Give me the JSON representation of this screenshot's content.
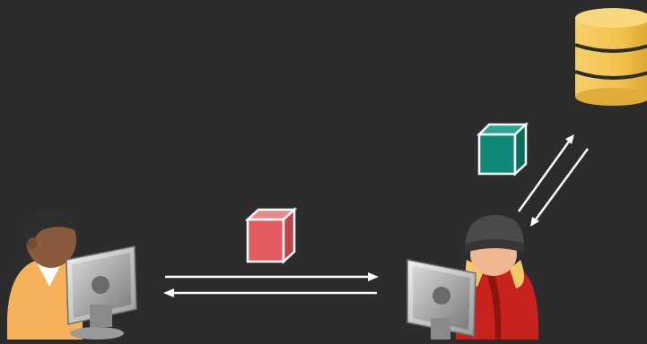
{
  "diagram": {
    "background_color": "#2c2c2c",
    "arrow_color": "#ffffff",
    "nodes": [
      {
        "id": "user-left",
        "icon": "user-at-computer-icon",
        "shirt_color": "#f5b25a",
        "skin_color": "#8a5a3c"
      },
      {
        "id": "user-right",
        "icon": "hooded-user-at-computer-icon",
        "jacket_color": "#c8221e",
        "beanie_color": "#4a4a4a",
        "hair_color": "#f2c86a"
      },
      {
        "id": "database",
        "icon": "database-icon",
        "color": "#f3c24d"
      }
    ],
    "packets": [
      {
        "id": "packet-red",
        "icon": "red-cube-icon",
        "color": "#e15b5f"
      },
      {
        "id": "packet-teal",
        "icon": "teal-cube-icon",
        "color": "#0f8a79"
      }
    ],
    "connections": [
      {
        "from": "user-left",
        "to": "user-right",
        "direction": "bidirectional"
      },
      {
        "from": "user-right",
        "to": "database",
        "direction": "bidirectional"
      }
    ]
  }
}
